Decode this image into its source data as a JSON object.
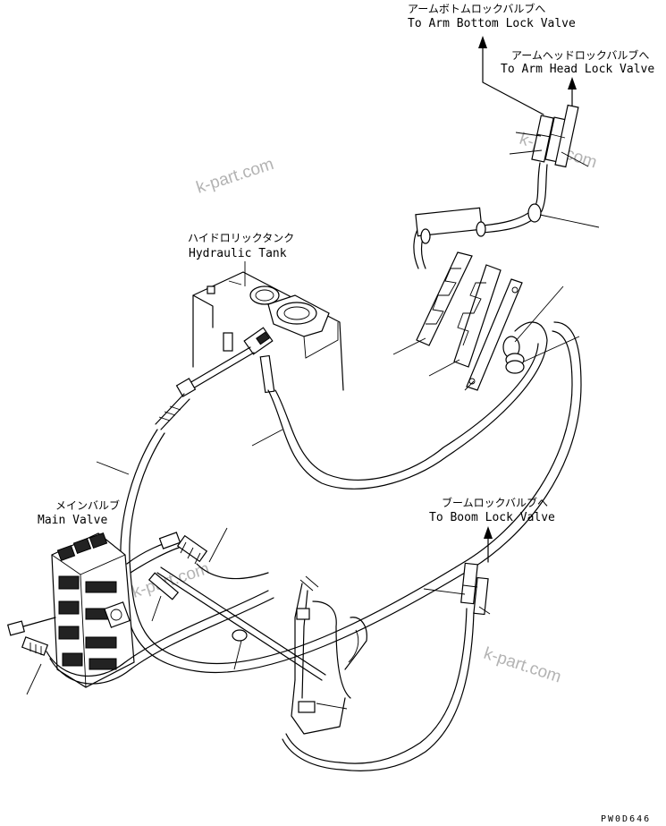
{
  "labels": {
    "arm_bottom_jp": "アームボトムロックバルブへ",
    "arm_bottom_en": "To Arm Bottom Lock Valve",
    "arm_head_jp": "アームヘッドロックバルブへ",
    "arm_head_en": "To Arm Head Lock Valve",
    "hydraulic_tank_jp": "ハイドロリックタンク",
    "hydraulic_tank_en": "Hydraulic Tank",
    "main_valve_jp": "メインバルブ",
    "main_valve_en": "Main Valve",
    "boom_lock_jp": "ブームロックバルブへ",
    "boom_lock_en": "To Boom Lock Valve"
  },
  "watermarks": [
    "k-part.com",
    "k-part.com",
    "k-part.com",
    "k-part.com"
  ],
  "drawing_code": "PW0D646",
  "colors": {
    "line": "#000000",
    "watermark": "#9a9a9a",
    "background": "#ffffff"
  }
}
